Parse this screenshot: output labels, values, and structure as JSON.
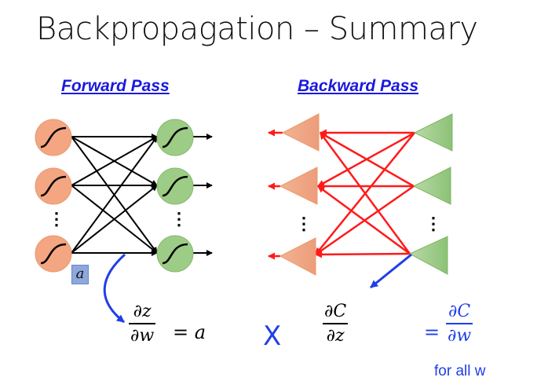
{
  "title": "Backpropagation – Summary",
  "forward": {
    "label": "Forward Pass",
    "activation_label": "a",
    "ellipsis": "⋮"
  },
  "backward": {
    "label": "Backward Pass",
    "ellipsis": "⋮"
  },
  "equation": {
    "term1": {
      "num": "∂z",
      "den": "∂w",
      "equals": "= a"
    },
    "times": "X",
    "term2": {
      "num": "∂C",
      "den": "∂z"
    },
    "result": {
      "equals": "=",
      "num": "∂C",
      "den": "∂w"
    },
    "note": "for all w"
  },
  "colors": {
    "forward_node": "#f4a582",
    "output_node": "#9ccc85",
    "backward_edge": "#ff1a1a",
    "accent": "#1f3fe6"
  }
}
